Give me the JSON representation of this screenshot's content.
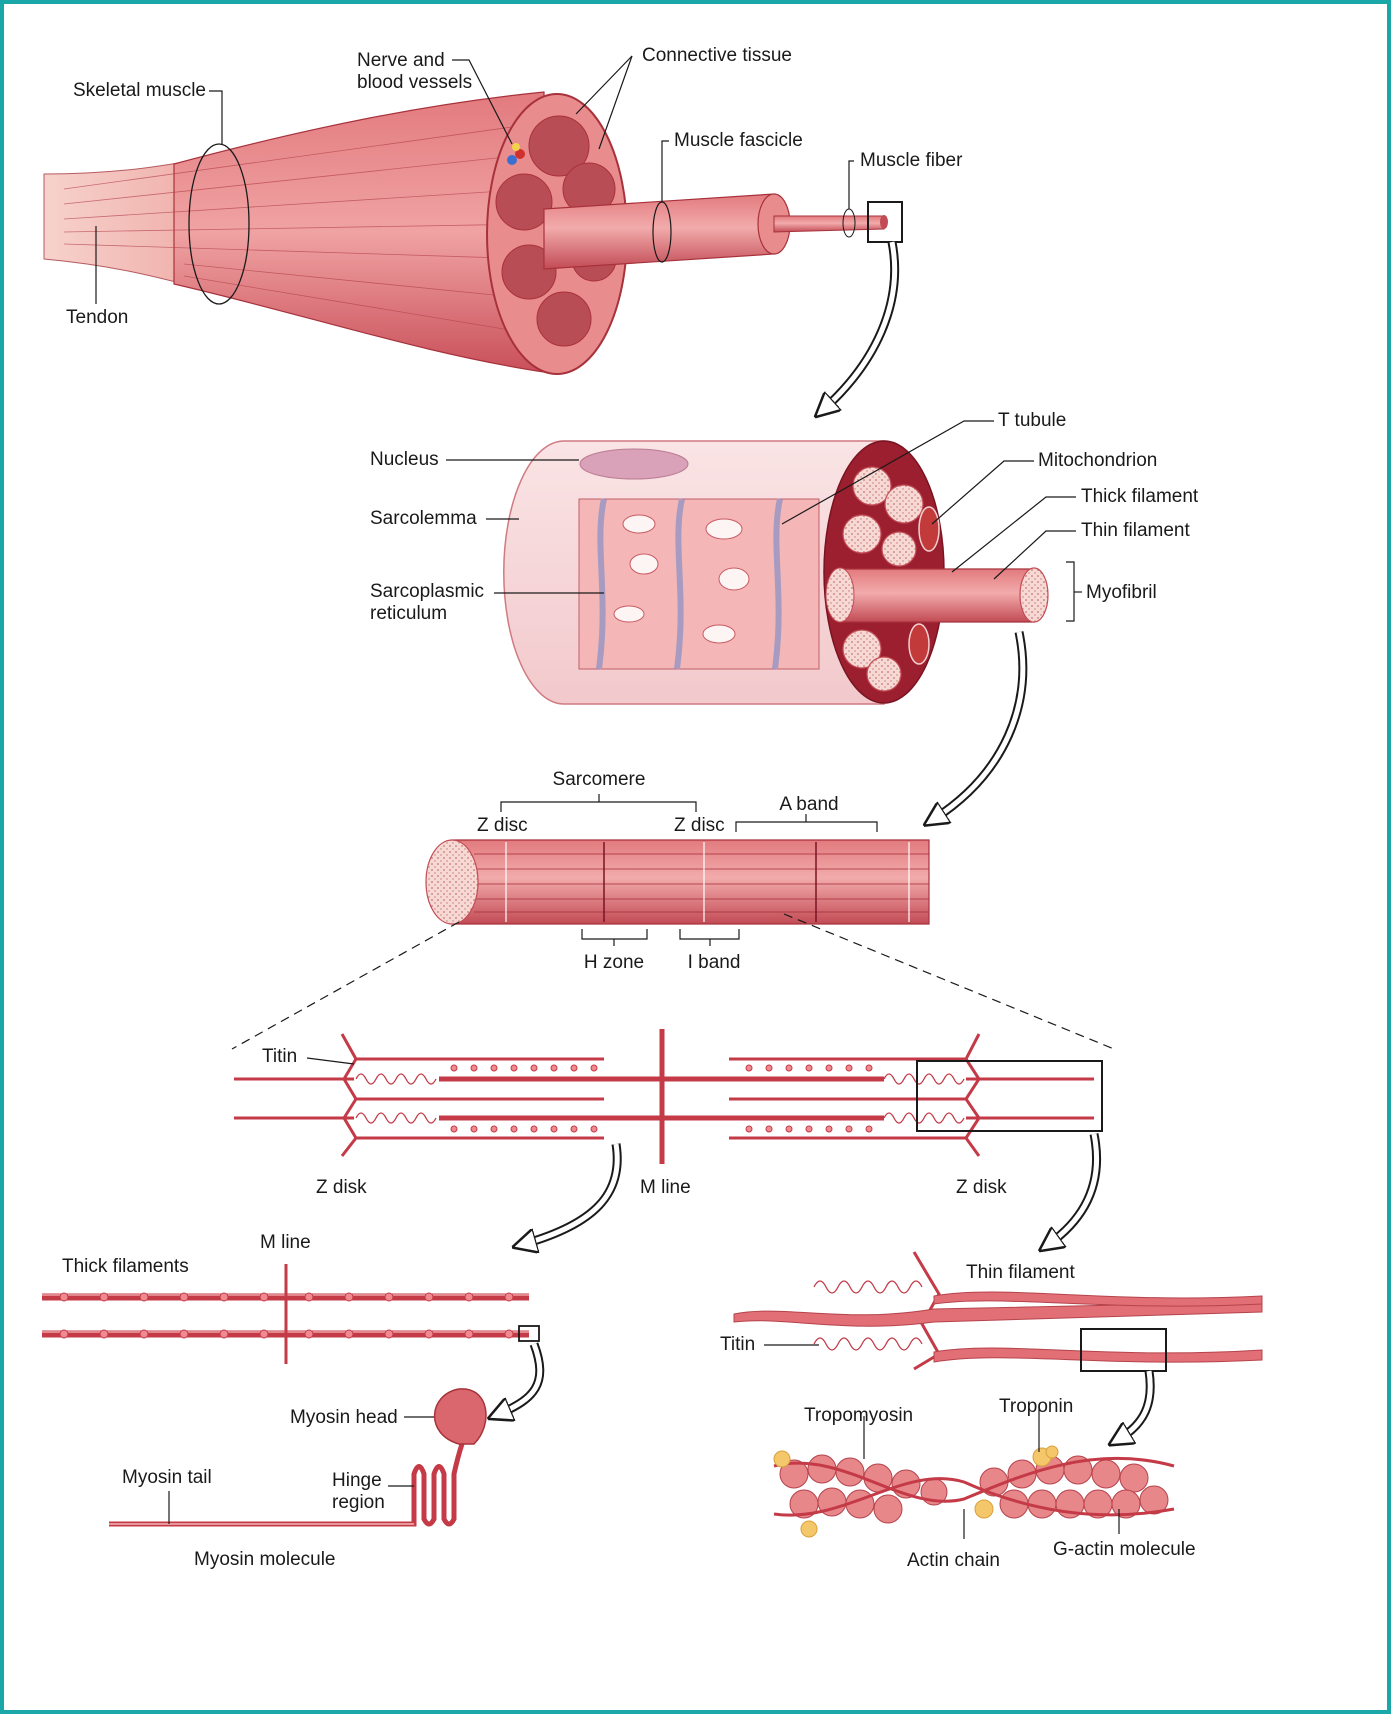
{
  "colors": {
    "frame": "#1aa7a8",
    "muscle": "#d9636a",
    "muscle_light": "#f0a6a6",
    "muscle_dark": "#a8323c",
    "cross_section": "#e98c8d",
    "fascicle_dots": "#b94d55",
    "tendon": "#f4c3bd",
    "sarcolemma": "#f7d6d8",
    "sr": "#a89bc2",
    "troponin": "#f5c76b",
    "actin": "#e8878a",
    "outline": "#1a1a1a"
  },
  "icons": [
    "curved-arrow-icon",
    "bracket-icon",
    "zoom-box-icon",
    "leader-line-icon"
  ],
  "labels": {
    "skeletal_muscle": "Skeletal muscle",
    "nerve_vessels_1": "Nerve and",
    "nerve_vessels_2": "blood vessels",
    "connective_tissue": "Connective tissue",
    "muscle_fascicle": "Muscle fascicle",
    "muscle_fiber": "Muscle fiber",
    "tendon": "Tendon",
    "t_tubule": "T tubule",
    "nucleus": "Nucleus",
    "mitochondrion": "Mitochondrion",
    "thick_filament": "Thick filament",
    "thin_filament": "Thin filament",
    "sarcolemma": "Sarcolemma",
    "myofibril": "Myofibril",
    "sarcoplasmic_reticulum_1": "Sarcoplasmic",
    "sarcoplasmic_reticulum_2": "reticulum",
    "sarcomere": "Sarcomere",
    "a_band": "A band",
    "z_disc_left": "Z disc",
    "z_disc_right": "Z disc",
    "h_zone": "H zone",
    "i_band": "I band",
    "titin_upper": "Titin",
    "z_disk_left": "Z disk",
    "m_line_center": "M line",
    "z_disk_right": "Z disk",
    "m_line_detail": "M line",
    "thick_filaments": "Thick filaments",
    "thin_filament_detail": "Thin filament",
    "titin_lower": "Titin",
    "myosin_head": "Myosin head",
    "tropomyosin": "Tropomyosin",
    "troponin": "Troponin",
    "myosin_tail": "Myosin tail",
    "hinge_region_1": "Hinge",
    "hinge_region_2": "region",
    "myosin_molecule": "Myosin molecule",
    "actin_chain": "Actin chain",
    "g_actin_molecule": "G-actin molecule"
  }
}
